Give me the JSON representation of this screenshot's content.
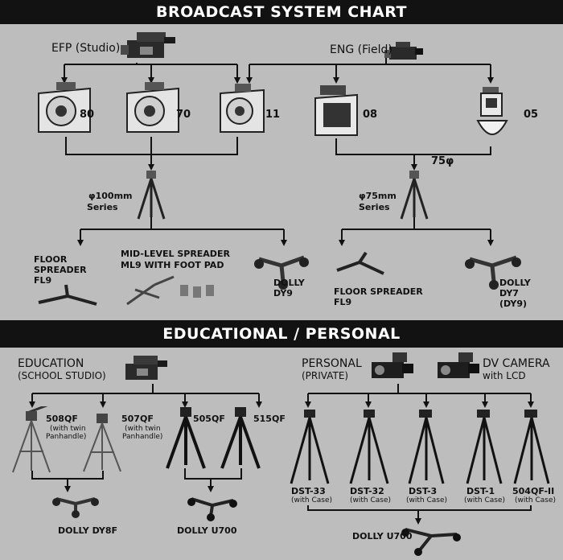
{
  "broadcast": {
    "title": "BROADCAST SYSTEM CHART",
    "efp_label": "EFP (Studio)",
    "eng_label": "ENG (Field)",
    "heads": [
      "80",
      "70",
      "11",
      "08",
      "05"
    ],
    "bowl_75": "75φ",
    "series_100": [
      "φ100mm",
      "Series"
    ],
    "series_75": [
      "φ75mm",
      "Series"
    ],
    "floor_spreader_1": [
      "FLOOR",
      "SPREADER",
      "FL9"
    ],
    "mid_spreader": [
      "MID-LEVEL SPREADER",
      "ML9 WITH FOOT PAD"
    ],
    "dolly_dy9": [
      "DOLLY",
      "DY9"
    ],
    "floor_spreader_2": [
      "FLOOR SPREADER",
      "FL9"
    ],
    "dolly_dy7": [
      "DOLLY",
      "DY7",
      "(DY9)"
    ]
  },
  "educational": {
    "title": "EDUCATIONAL / PERSONAL",
    "education": [
      "EDUCATION",
      "(SCHOOL STUDIO)"
    ],
    "personal": [
      "PERSONAL",
      "(PRIVATE)"
    ],
    "dv_camera": [
      "DV CAMERA",
      "with LCD"
    ],
    "m508": {
      "name": "508QF",
      "note": [
        "(with twin",
        "Panhandle)"
      ]
    },
    "m507": {
      "name": "507QF",
      "note": [
        "(with twin",
        "Panhandle)"
      ]
    },
    "m505": "505QF",
    "m515": "515QF",
    "dolly_dy8f": "DOLLY DY8F",
    "dolly_u700_a": "DOLLY U700",
    "dst33": {
      "name": "DST-33",
      "note": "(with Case)"
    },
    "dst32": {
      "name": "DST-32",
      "note": "(with Case)"
    },
    "dst3": {
      "name": "DST-3",
      "note": "(with Case)"
    },
    "dst1": {
      "name": "DST-1",
      "note": "(with Case)"
    },
    "m504": {
      "name": "504QF-II",
      "note": "(with Case)"
    },
    "dolly_u700_b": "DOLLY U700"
  },
  "colors": {
    "background": "#bdbdbd",
    "banner": "#121212",
    "line": "#111111"
  }
}
